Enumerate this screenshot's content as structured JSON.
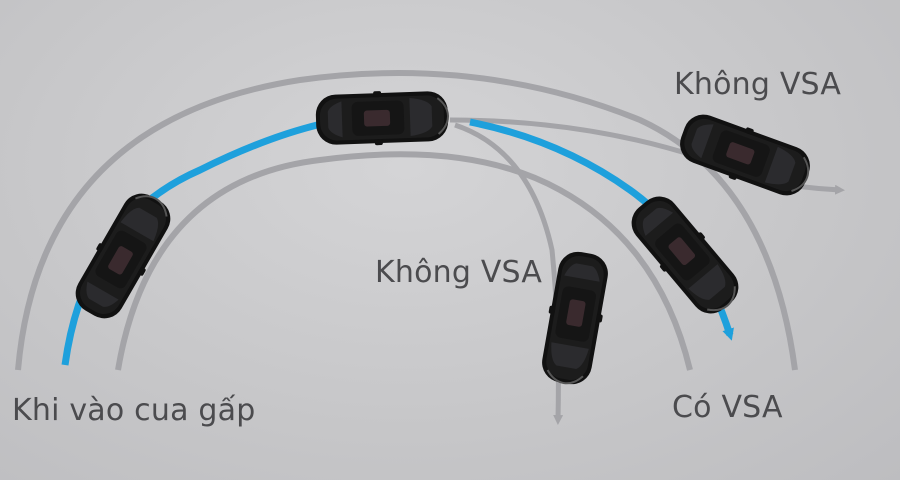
{
  "labels": {
    "entry": "Khi vào cua gấp",
    "without_vsa_top": "Không VSA",
    "without_vsa_middle": "Không VSA",
    "with_vsa": "Có VSA"
  },
  "colors": {
    "background": "#c9c9cb",
    "lane_lines": "#a4a4a8",
    "vsa_path": "#1ea0dc",
    "label_text": "#4b4b4e",
    "car_body": "#111111"
  },
  "paths": [
    {
      "name": "Có VSA",
      "color": "vsa_path"
    },
    {
      "name": "Không VSA",
      "color": "lane_lines"
    },
    {
      "name": "Không VSA",
      "color": "lane_lines"
    }
  ]
}
